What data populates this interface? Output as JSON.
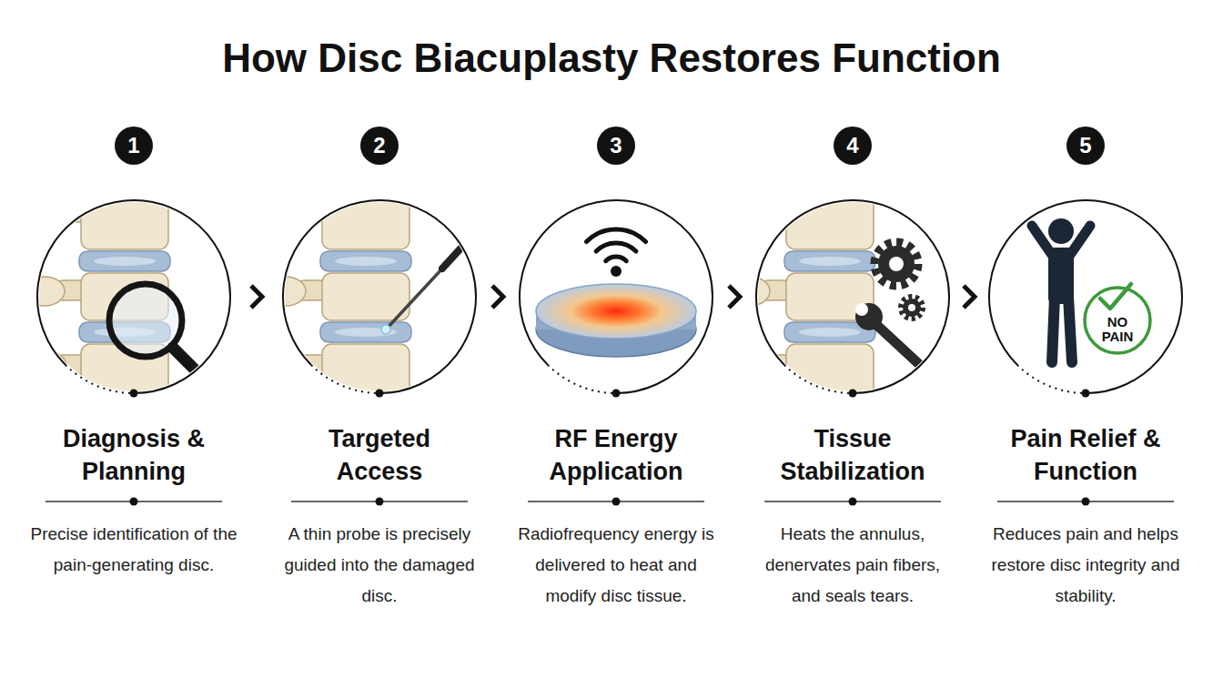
{
  "diagram": {
    "title": "How Disc Biacuplasty Restores Function",
    "nodes": [
      {
        "text": [
          "1"
        ]
      },
      {
        "text": [
          "Diagnosis & Planning",
          "Precise identification of the pain-generating disc."
        ]
      },
      {
        "text": [
          "2"
        ]
      },
      {
        "text": [
          "Targeted Access",
          "A thin probe is precisely guided into the damaged disc."
        ]
      },
      {
        "text": [
          "3"
        ]
      },
      {
        "text": [
          "RF Energy Application",
          "Radiofrequency energy is delivered to heat and modify disc tissue."
        ]
      },
      {
        "text": [
          "4"
        ]
      },
      {
        "text": [
          "Tissue Stabilization",
          "Heats the annulus, denervates pain fibers, and seals tears."
        ]
      },
      {
        "text": [
          "5"
        ]
      },
      {
        "text": [
          "Pain Relief & Function",
          "Reduces pain and helps restore disc integrity and stability."
        ]
      },
      {
        "text": [
          "NO PAIN"
        ],
        "in": 9
      }
    ],
    "edges": [
      {
        "from": 1,
        "to": 3,
        "arrow": "to"
      },
      {
        "from": 3,
        "to": 5,
        "arrow": "to"
      },
      {
        "from": 5,
        "to": 7,
        "arrow": "to"
      },
      {
        "from": 7,
        "to": 9,
        "arrow": "to"
      }
    ]
  }
}
